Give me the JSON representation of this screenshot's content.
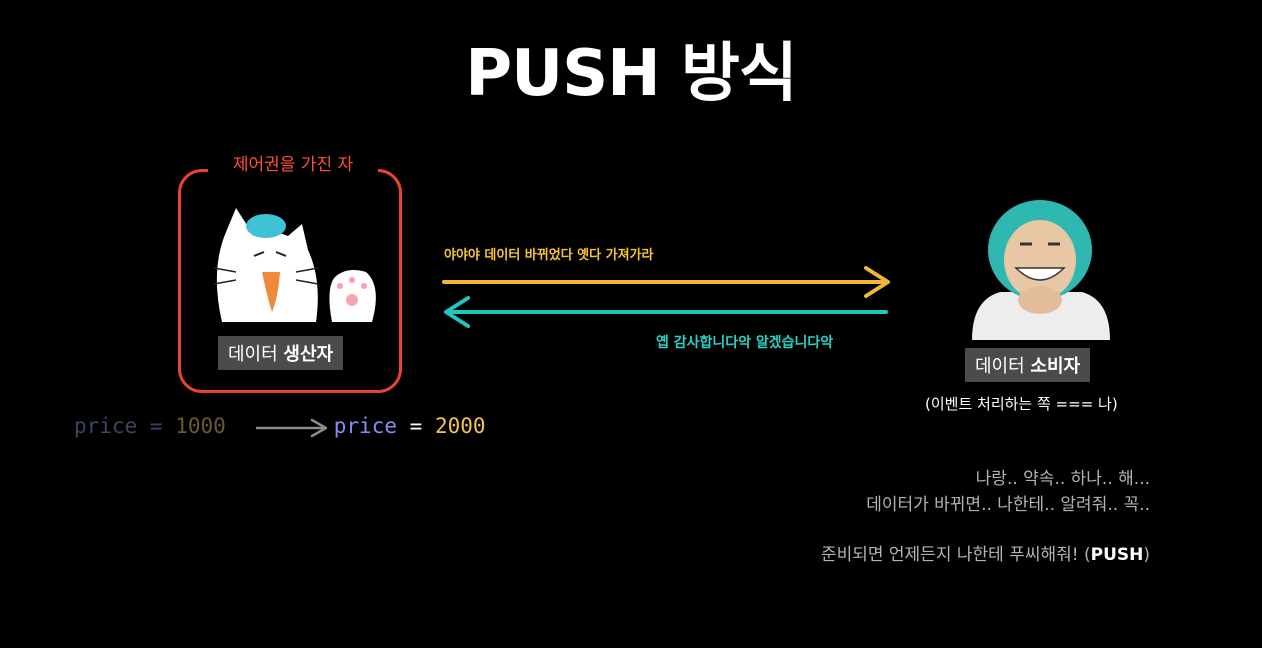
{
  "title": "PUSH 방식",
  "producer": {
    "caption": "제어권을 가진 자",
    "label_prefix": "데이터 ",
    "label_bold": "생산자"
  },
  "consumer": {
    "label_prefix": "데이터 ",
    "label_bold": "소비자",
    "note": "(이벤트 처리하는 쪽 === 나)"
  },
  "arrows": {
    "push_message": "야야야 데이터 바뀌었다 옛다 가져가라",
    "ack_message": "옙 감사합니다악 알겠습니다악",
    "push_color": "#f2b63a",
    "ack_color": "#1fc7bd"
  },
  "code": {
    "old": {
      "name": "price",
      "op": "=",
      "value": "1000"
    },
    "new": {
      "name": "price",
      "op": "=",
      "value": "2000"
    }
  },
  "dialogue": {
    "line1": "나랑.. 약속.. 하나.. 해...",
    "line2": "데이터가 바뀌면.. 나한테.. 알려줘.. 꼭..",
    "line3_prefix": "준비되면 언제든지 나한테 푸씨해줘! (",
    "line3_bold": "PUSH",
    "line3_suffix": ")"
  },
  "colors": {
    "background": "#000000",
    "producer_border": "#e8452e",
    "producer_caption": "#ff4f37"
  }
}
